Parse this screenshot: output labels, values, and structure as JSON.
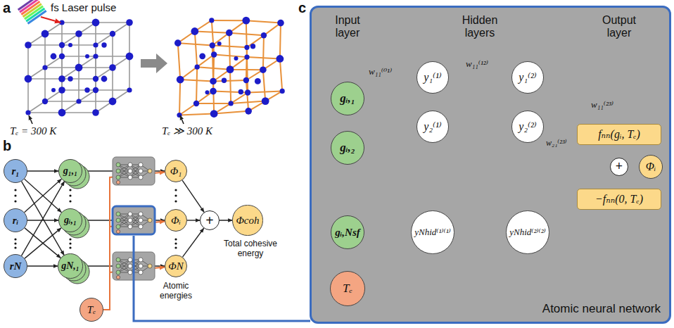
{
  "diagram": {
    "nodes": [
      {
        "text": [
          "r₁"
        ]
      },
      {
        "text": [
          "rᵢ"
        ]
      },
      {
        "text": [
          "rN"
        ]
      },
      {
        "text": [
          "g₁,₁"
        ]
      },
      {
        "text": [
          "gᵢ,₁"
        ]
      },
      {
        "text": [
          "gN,₁"
        ]
      },
      {
        "text": [
          "Tₑ"
        ]
      },
      {
        "text": [
          "Φ₁"
        ]
      },
      {
        "text": [
          "Φᵢ"
        ]
      },
      {
        "text": [
          "ΦN"
        ]
      },
      {
        "text": [
          "+"
        ]
      },
      {
        "text": [
          "Φcoh"
        ]
      },
      {
        "text": [
          "Atomic neural network"
        ]
      },
      {
        "text": [
          "gᵢ,₁"
        ],
        "in": 12
      },
      {
        "text": [
          "gᵢ,₂"
        ],
        "in": 12
      },
      {
        "text": [
          "gᵢ,Nsf"
        ],
        "in": 12
      },
      {
        "text": [
          "Tₑ"
        ],
        "in": 12
      },
      {
        "text": [
          "y₁⁽¹⁾"
        ],
        "in": 12
      },
      {
        "text": [
          "y₂⁽¹⁾"
        ],
        "in": 12
      },
      {
        "text": [
          "yNhid⁽¹⁾⁽¹⁾"
        ],
        "in": 12
      },
      {
        "text": [
          "y₁⁽²⁾"
        ],
        "in": 12
      },
      {
        "text": [
          "y₂⁽²⁾"
        ],
        "in": 12
      },
      {
        "text": [
          "yNhid⁽²⁾⁽²⁾"
        ],
        "in": 12
      },
      {
        "text": [
          "fₙₙ(gᵢ, Tₑ)"
        ],
        "in": 12
      },
      {
        "text": [
          "+"
        ],
        "in": 12
      },
      {
        "text": [
          "Φᵢ"
        ],
        "in": 12
      },
      {
        "text": [
          "−fₙₙ(0, Tₑ)"
        ],
        "in": 12
      }
    ],
    "edges": [
      {
        "from": 0,
        "to": 3,
        "arrow": "to"
      },
      {
        "from": 0,
        "to": 4,
        "arrow": "to"
      },
      {
        "from": 0,
        "to": 5,
        "arrow": "to"
      },
      {
        "from": 1,
        "to": 3,
        "arrow": "to"
      },
      {
        "from": 1,
        "to": 4,
        "arrow": "to"
      },
      {
        "from": 1,
        "to": 5,
        "arrow": "to"
      },
      {
        "from": 2,
        "to": 3,
        "arrow": "to"
      },
      {
        "from": 2,
        "to": 4,
        "arrow": "to"
      },
      {
        "from": 2,
        "to": 5,
        "arrow": "to"
      },
      {
        "from": 3,
        "to": 7,
        "arrow": "to"
      },
      {
        "from": 4,
        "to": 8,
        "arrow": "to"
      },
      {
        "from": 5,
        "to": 9,
        "arrow": "to"
      },
      {
        "from": 6,
        "to": 7,
        "arrow": "to"
      },
      {
        "from": 6,
        "to": 8,
        "arrow": "to"
      },
      {
        "from": 6,
        "to": 9,
        "arrow": "to"
      },
      {
        "from": 7,
        "to": 10,
        "arrow": "to"
      },
      {
        "from": 8,
        "to": 10,
        "arrow": "to"
      },
      {
        "from": 9,
        "to": 10,
        "arrow": "to"
      },
      {
        "from": 10,
        "to": 11,
        "arrow": "to"
      },
      {
        "from": 13,
        "to": 17,
        "arrow": "to"
      },
      {
        "from": 13,
        "to": 18,
        "arrow": "to"
      },
      {
        "from": 13,
        "to": 19,
        "arrow": "to"
      },
      {
        "from": 14,
        "to": 17,
        "arrow": "to"
      },
      {
        "from": 14,
        "to": 18,
        "arrow": "to"
      },
      {
        "from": 14,
        "to": 19,
        "arrow": "to"
      },
      {
        "from": 15,
        "to": 17,
        "arrow": "to"
      },
      {
        "from": 15,
        "to": 18,
        "arrow": "to"
      },
      {
        "from": 15,
        "to": 19,
        "arrow": "to"
      },
      {
        "from": 16,
        "to": 17,
        "arrow": "to"
      },
      {
        "from": 16,
        "to": 18,
        "arrow": "to"
      },
      {
        "from": 16,
        "to": 19,
        "arrow": "to"
      },
      {
        "from": 17,
        "to": 20,
        "arrow": "to"
      },
      {
        "from": 17,
        "to": 21,
        "arrow": "to"
      },
      {
        "from": 17,
        "to": 22,
        "arrow": "to"
      },
      {
        "from": 18,
        "to": 20,
        "arrow": "to"
      },
      {
        "from": 18,
        "to": 21,
        "arrow": "to"
      },
      {
        "from": 18,
        "to": 22,
        "arrow": "to"
      },
      {
        "from": 19,
        "to": 20,
        "arrow": "to"
      },
      {
        "from": 19,
        "to": 21,
        "arrow": "to"
      },
      {
        "from": 19,
        "to": 22,
        "arrow": "to"
      },
      {
        "from": 20,
        "to": 23,
        "arrow": "to"
      },
      {
        "from": 21,
        "to": 23,
        "arrow": "to"
      },
      {
        "from": 22,
        "to": 23,
        "arrow": "to"
      },
      {
        "from": 23,
        "to": 24,
        "arrow": "to"
      },
      {
        "from": 26,
        "to": 24,
        "arrow": "to"
      },
      {
        "from": 24,
        "to": 25,
        "arrow": "to"
      }
    ],
    "labels": [
      "a",
      "fs Laser pulse",
      "Tₑ = 300 K",
      "Tₑ ≫ 300 K",
      "b",
      "Atomic energies",
      "Total cohesive energy",
      "c",
      "Input layer",
      "Hidden layers",
      "Output layer",
      "w₁₁⁽⁰¹⁾",
      "w₁₁⁽¹²⁾",
      "w₁₁⁽²³⁾",
      "w₂₁⁽²³⁾"
    ]
  }
}
